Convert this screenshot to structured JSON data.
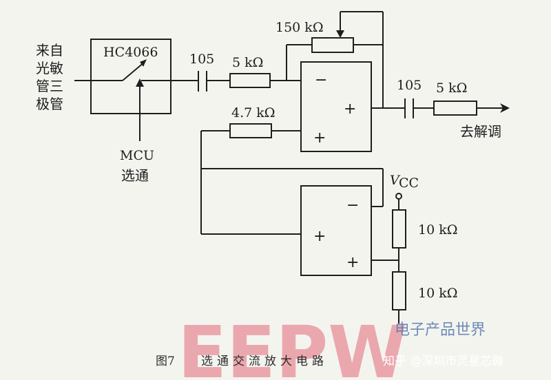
{
  "labels": {
    "source": "来自光敏管三极管",
    "switch": "HC4066",
    "mcu": "MCU",
    "mcu_sub": "选通",
    "cap1": "105",
    "r_in": "5 kΩ",
    "r_fb": "150 kΩ",
    "r_47": "4.7 kΩ",
    "cap2": "105",
    "r_out": "5 kΩ",
    "output": "去解调",
    "vcc": "V",
    "vcc_sub": "CC",
    "r_top": "10 kΩ",
    "r_bot": "10 kΩ",
    "op1_minus": "−",
    "op1_plus_a": "+",
    "op1_plus_b": "+",
    "op2_minus": "−",
    "op2_plus_a": "+",
    "op2_plus_b": "+"
  },
  "caption": {
    "fig": "图7",
    "text": "选通交流放大电路"
  },
  "watermark": {
    "brand": "EEPW",
    "brand_cn": "电子产品世界",
    "zhihu": "知乎 @深圳市灵星芯微"
  }
}
